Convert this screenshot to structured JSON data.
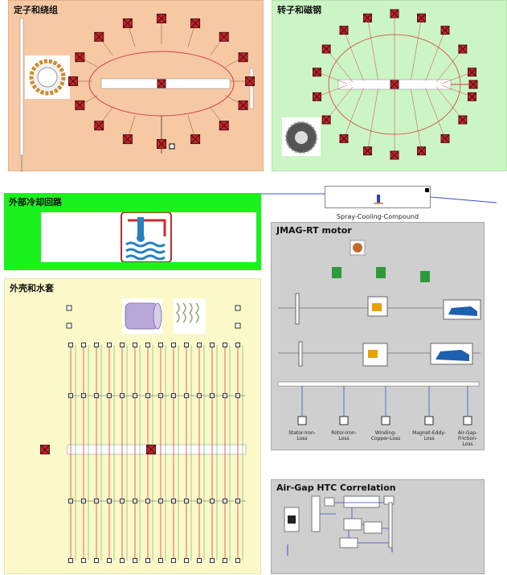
{
  "panels": {
    "stator_title": "定子和绕组",
    "rotor_title": "转子和磁钢",
    "external_cooling_title": "外部冷却回路",
    "housing_title": "外壳和水套",
    "jmag_title": "JMAG-RT motor",
    "airgap_title": "Air-Gap HTC Correlation"
  },
  "spray": {
    "label": "Spray-Cooling-Compound"
  },
  "losses": [
    "Stator-Iron-\nLoss",
    "Rotor-Iron-\nLoss",
    "Winding-\nCopper-Loss",
    "Magnet-Eddy-\nLoss",
    "Air-Gap-\nFriction-\nLoss"
  ],
  "colors": {
    "stator_bg": "#f6c9a4",
    "rotor_bg": "#ccf5c6",
    "cooling_bg": "#19f21d",
    "housing_bg": "#fbf9c9",
    "jmag_bg": "#cfcfcf",
    "node_red": "#c0262b",
    "link_red": "#e03a3a",
    "link_blue": "#3a4fd0"
  },
  "icons": [
    "thermal-node-icon",
    "stator-lamination-icon",
    "rotor-lamination-icon",
    "heat-exchanger-icon",
    "car-icon",
    "motor-icon",
    "housing-cylinder-icon",
    "water-jacket-icon"
  ]
}
